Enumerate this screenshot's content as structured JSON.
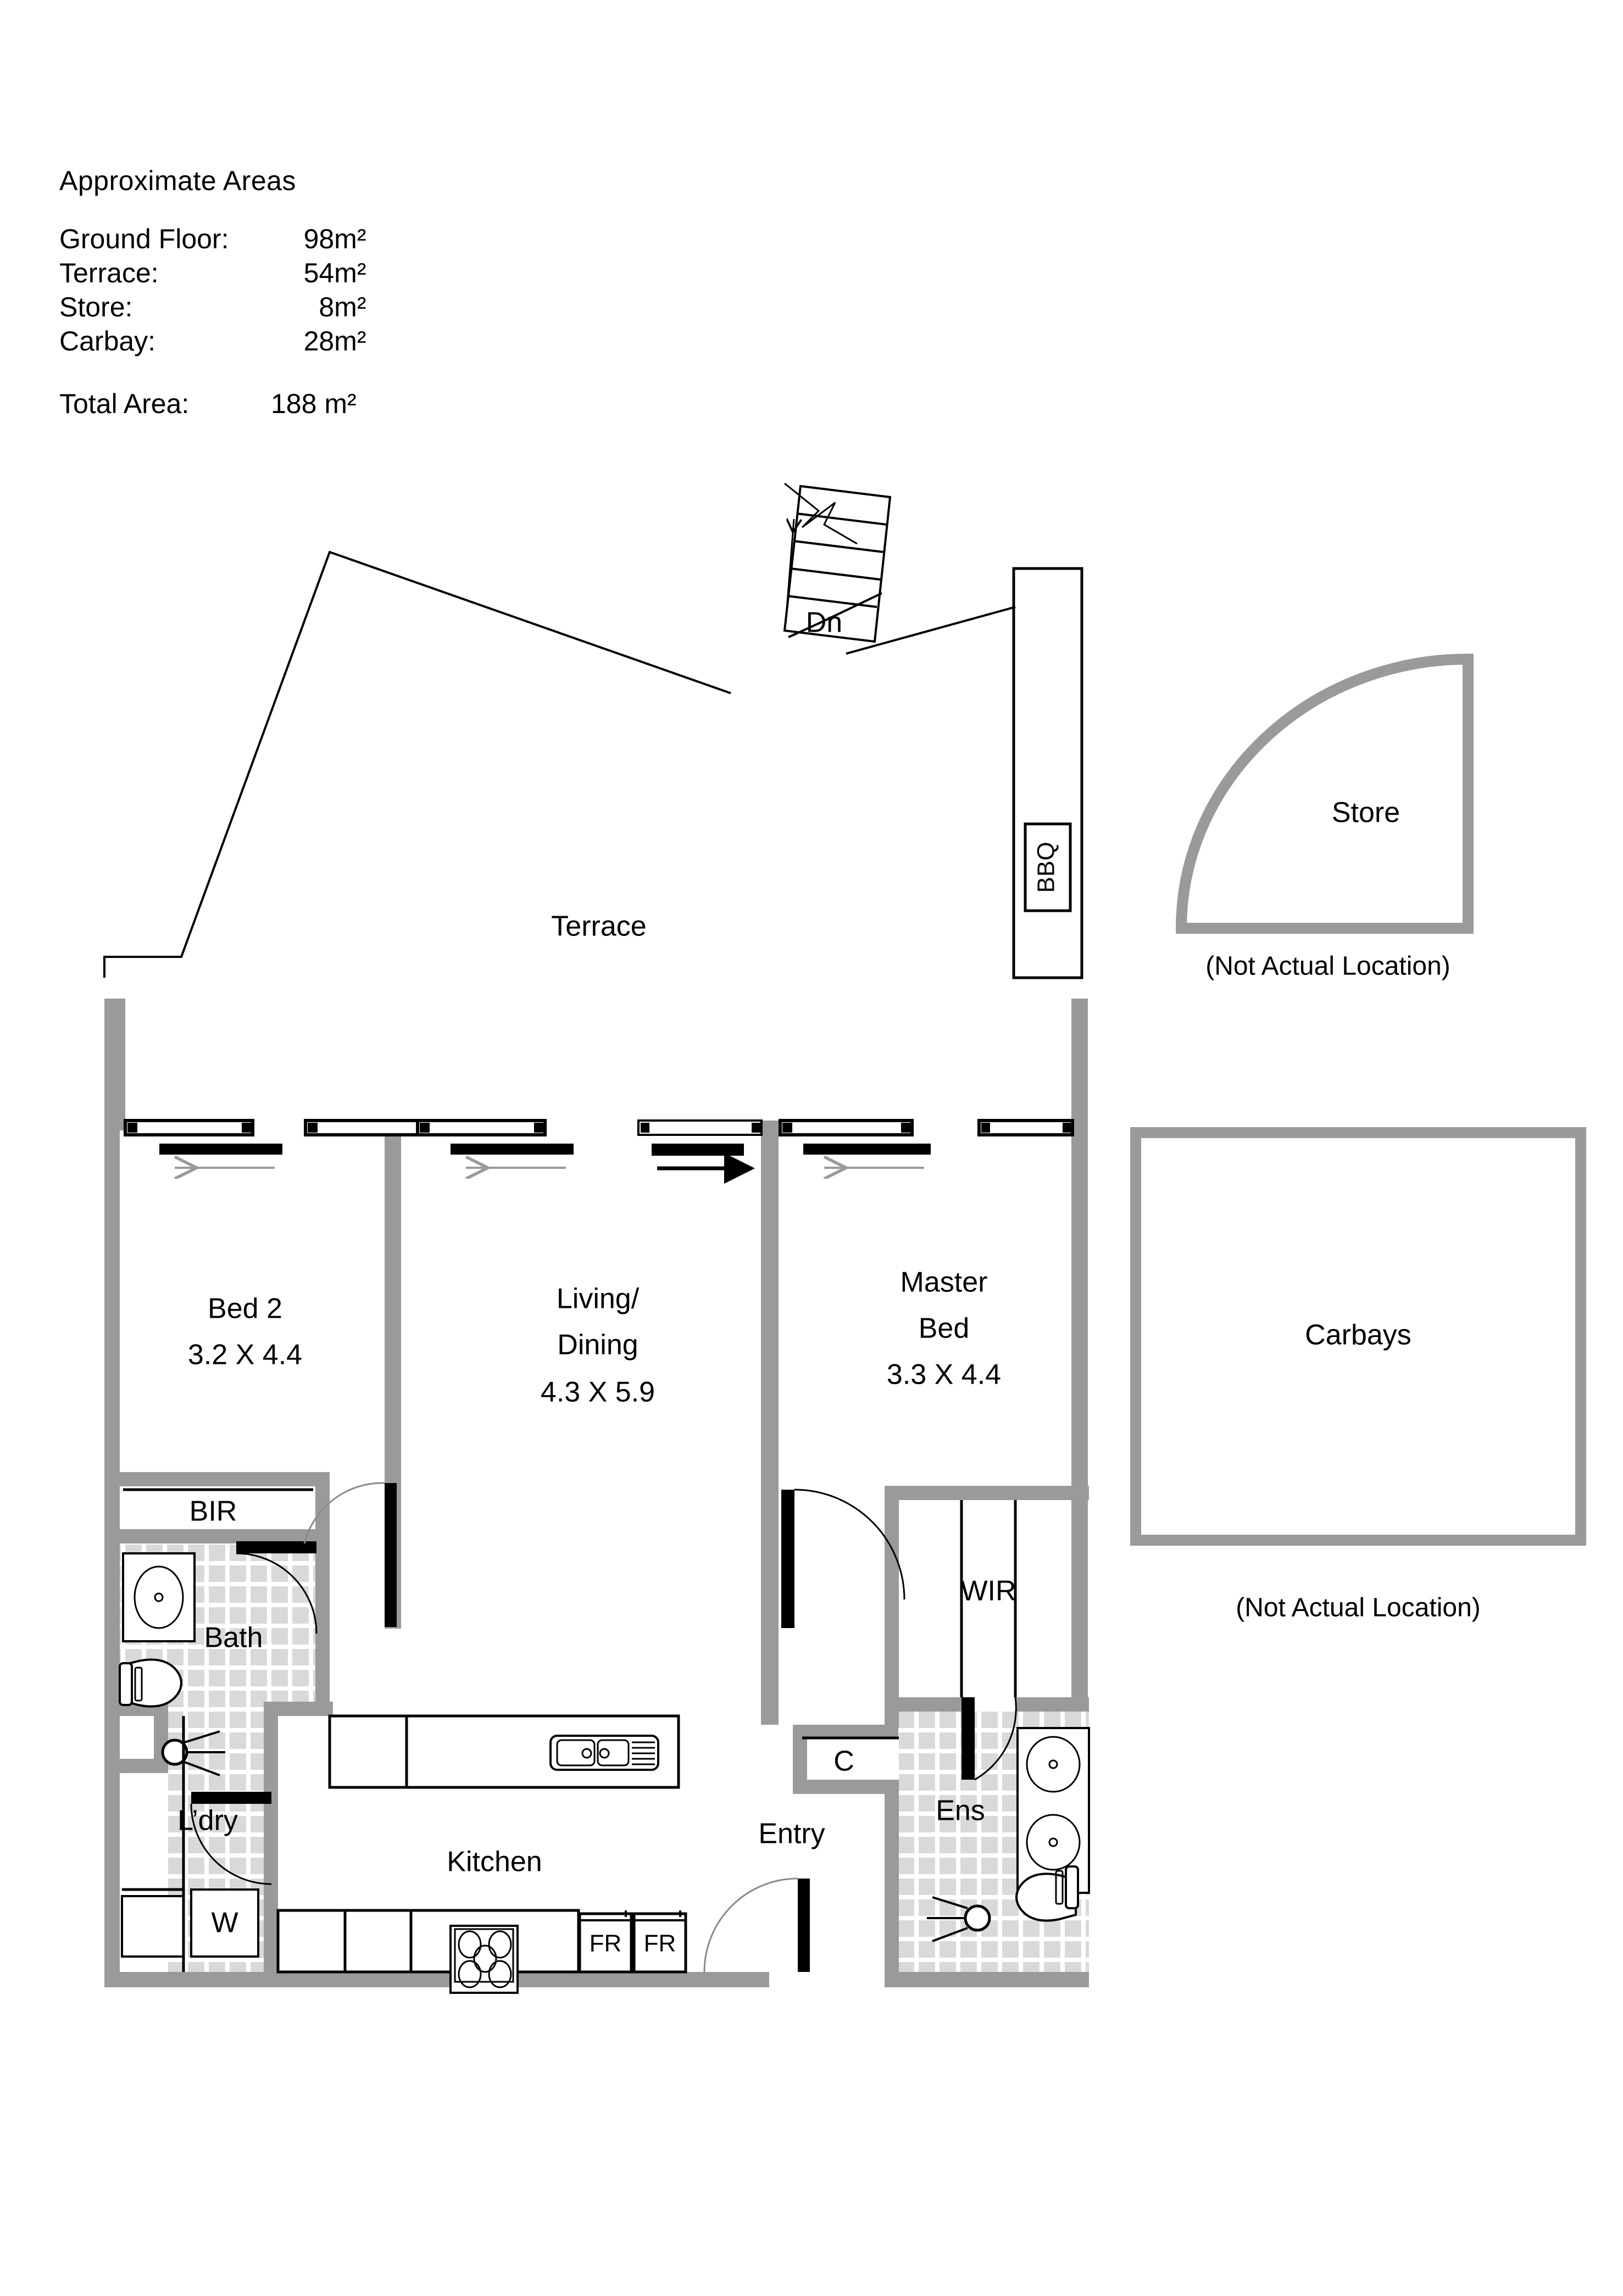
{
  "areas": {
    "title": "Approximate Areas",
    "rows": [
      {
        "label": "Ground Floor:",
        "value": "98m²"
      },
      {
        "label": "Terrace:",
        "value": "54m²"
      },
      {
        "label": "Store:",
        "value": "8m²"
      },
      {
        "label": "Carbay:",
        "value": "28m²"
      }
    ],
    "total_label": "Total Area:",
    "total_value": "188 m²"
  },
  "plan": {
    "terrace_label": "Terrace",
    "stairs_label": "Dn",
    "bbq_label": "BBQ",
    "store": {
      "label": "Store",
      "note": "(Not Actual Location)"
    },
    "carbays": {
      "label": "Carbays",
      "note": "(Not Actual Location)"
    },
    "rooms": [
      {
        "name": "Bed 2",
        "dim": "3.2 X 4.4"
      },
      {
        "name": "Living/",
        "name2": "Dining",
        "dim": "4.3 X 5.9"
      },
      {
        "name": "Master",
        "name2": "Bed",
        "dim": "3.3 X 4.4"
      }
    ],
    "bir_label": "BIR",
    "bath_label": "Bath",
    "ldry_label": "L’dry",
    "washer_label": "W",
    "kitchen_label": "Kitchen",
    "fridge_1": "FR",
    "fridge_2": "FR",
    "entry_label": "Entry",
    "closet_label": "C",
    "wir_label": "WIR",
    "ens_label": "Ens"
  },
  "colors": {
    "wall": "#9a9a9a",
    "tile": "#d9d9d9",
    "ink": "#000000",
    "paper": "#ffffff"
  }
}
